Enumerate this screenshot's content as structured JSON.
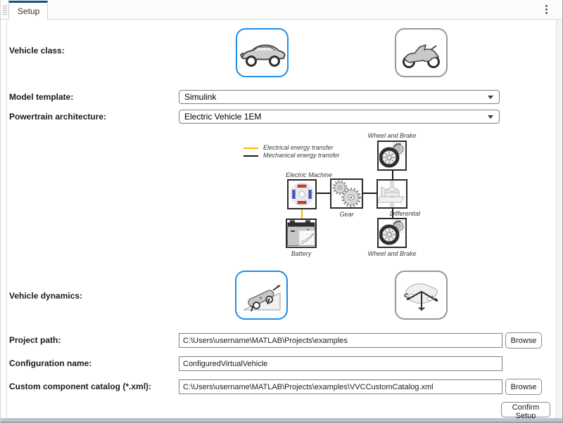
{
  "tab": {
    "label": "Setup"
  },
  "form": {
    "vehicle_class": {
      "label": "Vehicle class:",
      "options": [
        {
          "icon": "car-icon",
          "selected": true
        },
        {
          "icon": "motorcycle-icon",
          "selected": false
        }
      ]
    },
    "model_template": {
      "label": "Model template:",
      "value": "Simulink"
    },
    "powertrain_architecture": {
      "label": "Powertrain architecture:",
      "value": "Electric Vehicle 1EM"
    },
    "vehicle_dynamics": {
      "label": "Vehicle dynamics:",
      "options": [
        {
          "icon": "longitudinal-dynamics-icon",
          "selected": true
        },
        {
          "icon": "six-dof-dynamics-icon",
          "selected": false
        }
      ]
    },
    "project_path": {
      "label": "Project path:",
      "value": "C:\\Users\\username\\MATLAB\\Projects\\examples",
      "browse_label": "Browse"
    },
    "configuration_name": {
      "label": "Configuration name:",
      "value": "ConfiguredVirtualVehicle"
    },
    "custom_catalog": {
      "label": "Custom component catalog (*.xml):",
      "value": "C:\\Users\\username\\MATLAB\\Projects\\examples\\VVCCustomCatalog.xml",
      "browse_label": "Browse"
    },
    "confirm_label": "Confirm Setup"
  },
  "diagram": {
    "legend": [
      {
        "label": "Electrical energy transfer",
        "color": "#FFB100"
      },
      {
        "label": "Mechanical energy transfer",
        "color": "#1A1A1A"
      }
    ],
    "blocks": {
      "wheel_brake_front": "Wheel and Brake",
      "electric_machine": "Electric Machine",
      "gear": "Gear",
      "differential": "Differential",
      "battery": "Battery",
      "wheel_brake_rear": "Wheel and Brake"
    }
  },
  "icons": [
    "panel-grip",
    "kebab-menu",
    "car",
    "motorcycle",
    "dropdown-arrow",
    "longitudinal-dynamics",
    "six-dof-dynamics",
    "electric-machine",
    "gear",
    "differential",
    "battery",
    "wheel-and-brake"
  ],
  "colors": {
    "selection_blue": "#1E8EE9",
    "tab_accent": "#15527F",
    "electrical_yellow": "#FFB100",
    "mechanical_black": "#1A1A1A"
  }
}
